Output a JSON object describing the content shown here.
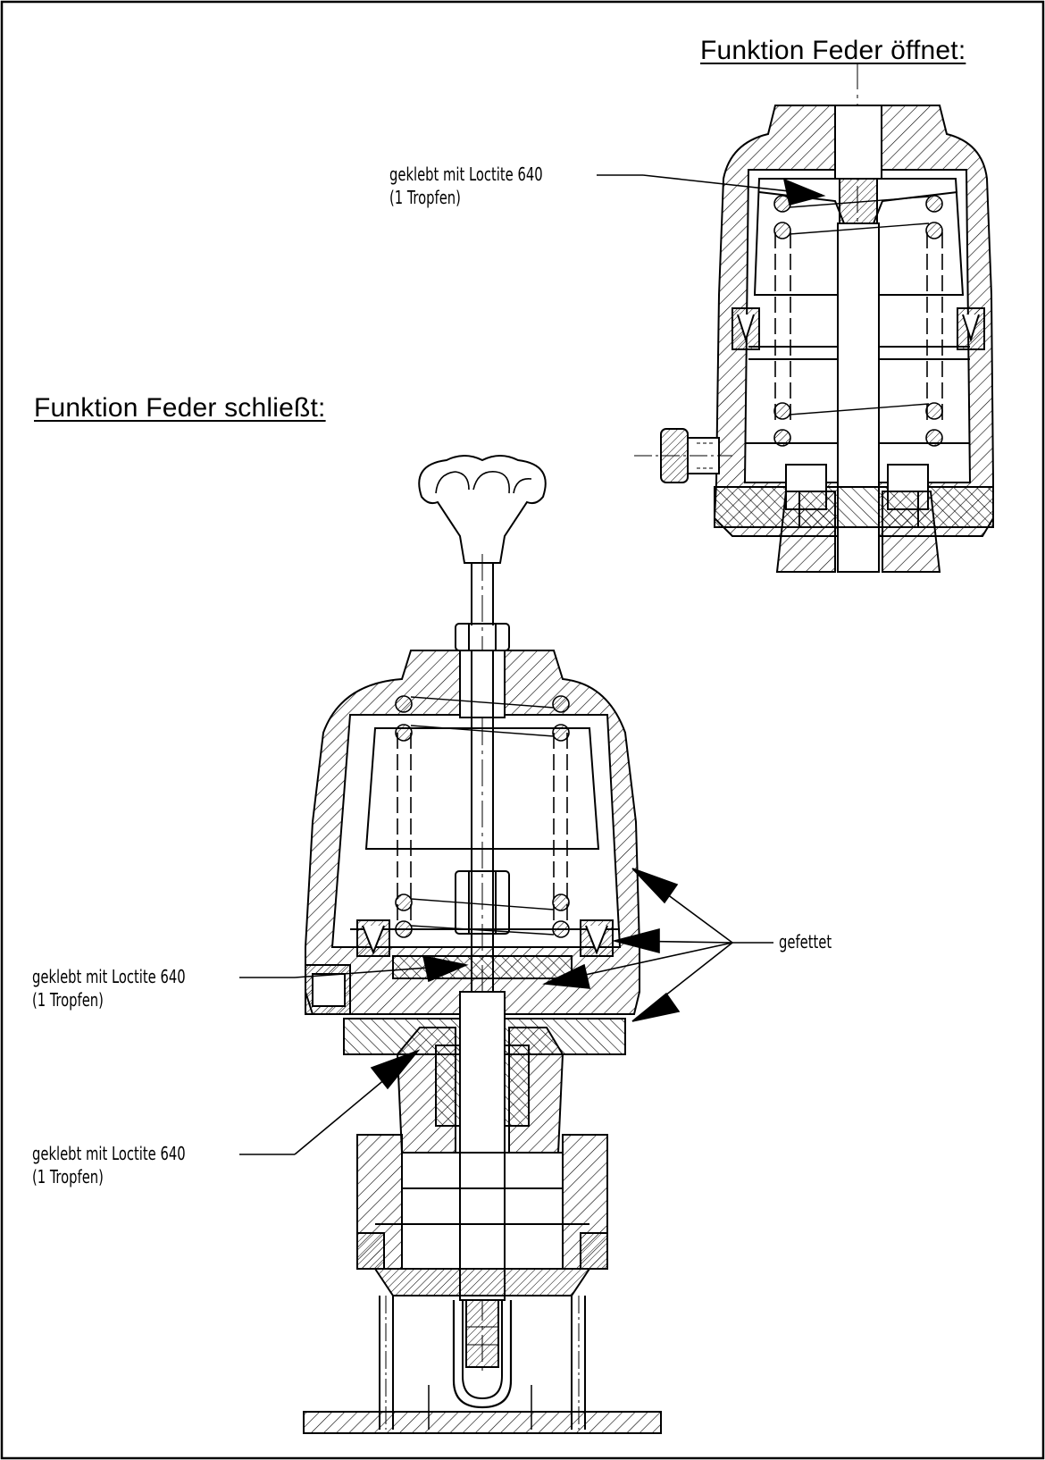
{
  "headings": {
    "top_right": "Funktion Feder öffnet:",
    "left": "Funktion Feder schließt:"
  },
  "labels": {
    "glued_top_line1": "geklebt mit Loctite 640",
    "glued_top_line2": "(1 Tropfen)",
    "glued_mid_line1": "geklebt mit Loctite 640",
    "glued_mid_line2": "(1 Tropfen)",
    "glued_low_line1": "geklebt mit Loctite 640",
    "glued_low_line2": "(1 Tropfen)",
    "greased": "gefettet"
  },
  "colors": {
    "line": "#000000",
    "background": "#ffffff"
  }
}
